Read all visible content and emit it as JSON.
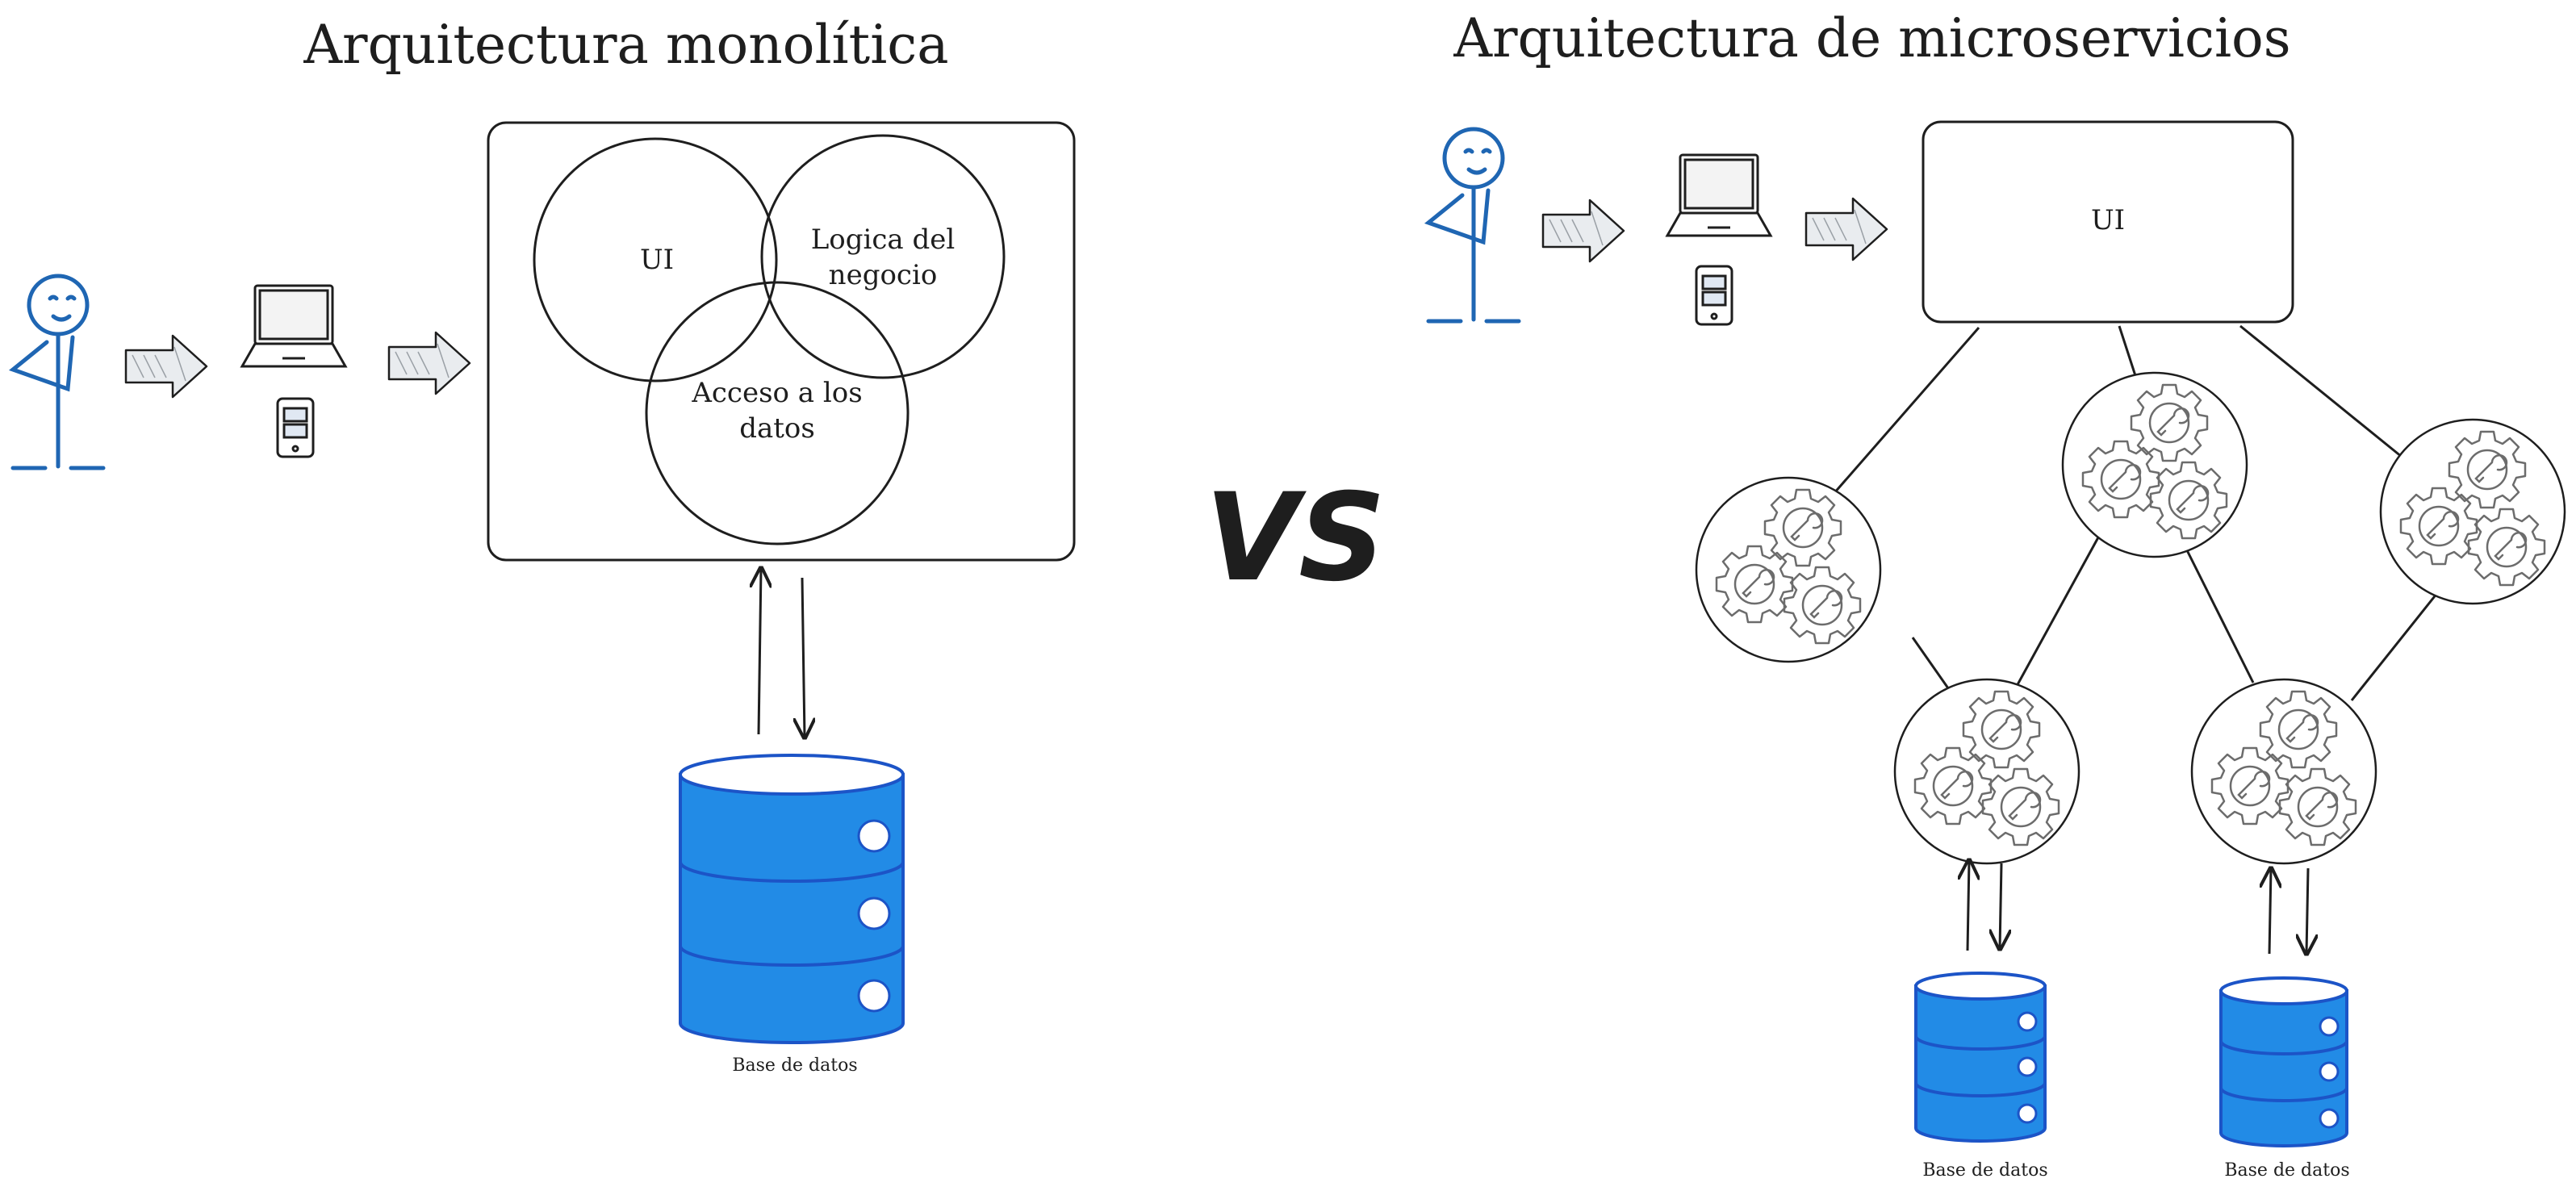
{
  "colors": {
    "ink": "#1e1e1e",
    "db_fill": "#228be6",
    "db_stroke": "#1c54c7",
    "person": "#1f66b3",
    "arrow_fill": "#e9ecef",
    "gear": "#6c6c6c"
  },
  "icons": [
    "person-icon",
    "laptop-icon",
    "phone-icon",
    "block-arrow-icon",
    "gear-cluster-icon",
    "database-icon"
  ],
  "monolith": {
    "title": "Arquitectura monolítica",
    "circles": {
      "ui": "UI",
      "logic_line1": "Logica del",
      "logic_line2": "negocio",
      "data_line1": "Acceso a los",
      "data_line2": "datos"
    },
    "db_label": "Base de datos"
  },
  "vs_label": "VS",
  "micro": {
    "title": "Arquitectura de microservicios",
    "ui_label": "UI",
    "db_labels": [
      "Base de datos",
      "Base de datos"
    ]
  }
}
